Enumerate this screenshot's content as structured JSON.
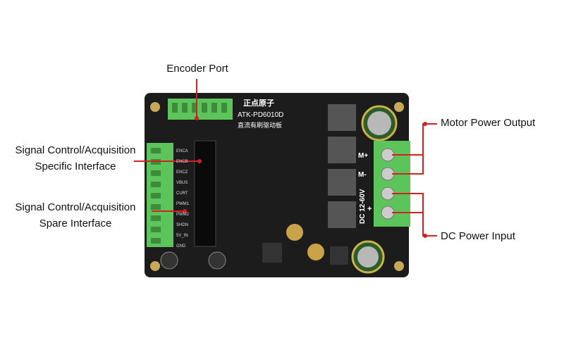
{
  "labels": {
    "encoder": "Encoder Port",
    "signal_specific_1": "Signal Control/Acquisition",
    "signal_specific_2": "Specific Interface",
    "signal_spare_1": "Signal Control/Acquisition",
    "signal_spare_2": "Spare Interface",
    "motor_output": "Motor Power Output",
    "dc_input": "DC Power Input"
  },
  "board": {
    "brand": "正点原子",
    "model": "ATK-PD6010D",
    "subtitle": "直流有刷驱动板",
    "terminal_motor_plus": "M+",
    "terminal_motor_minus": "M-",
    "voltage": "DC 12-60V",
    "polarity_plus": "+",
    "pins": [
      "ENCA",
      "ENCB",
      "ENCZ",
      "VBUS",
      "CURT",
      "PWM1",
      "PWM2",
      "SHDN",
      "5V_IN",
      "GND"
    ]
  },
  "colors": {
    "annotation": "#d32020",
    "board": "#1c1c1c",
    "terminal": "#5cc45a"
  }
}
